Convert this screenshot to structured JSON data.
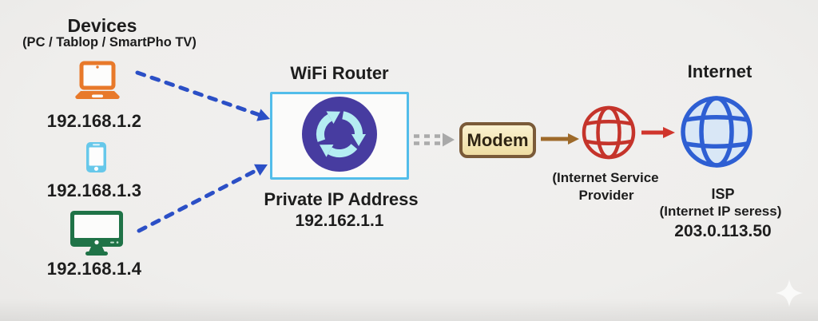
{
  "devices": {
    "title": "Devices",
    "subtitle": "(PC / Tablop / SmartPho TV)",
    "items": [
      {
        "type": "laptop",
        "ip": "192.168.1.2"
      },
      {
        "type": "smartphone",
        "ip": "192.168.1.3"
      },
      {
        "type": "monitor",
        "ip": "192.168.1.4"
      }
    ]
  },
  "router": {
    "title": "WiFi Router",
    "caption": "Private IP Address",
    "ip": "192.162.1.1"
  },
  "modem": {
    "label": "Modem"
  },
  "isp_node": {
    "caption_line1": "(Internet Service",
    "caption_line2": "Provider"
  },
  "internet_node": {
    "title": "Internet",
    "caption_line1": "ISP",
    "caption_line2": "(Internet IP seress)",
    "ip": "203.0.113.50"
  },
  "colors": {
    "laptop": "#e8792a",
    "smartphone": "#67c8ea",
    "monitor": "#1f7347",
    "router_box_border": "#52bdea",
    "router_circle": "#473ca0",
    "router_sync_arrows": "#b4edf2",
    "modem_border": "#7a5a38",
    "modem_fill": "#f6e9bd",
    "device_arrow_blue": "#2b4fc6",
    "router_modem_arrow_gray": "#ababab",
    "modem_isp_arrow_brown": "#9e6a2a",
    "isp_internet_arrow_red": "#d0352c",
    "isp_globe_red": "#c5342b",
    "internet_globe_blue": "#2e5fd3",
    "internet_globe_fill": "#d9e7f6",
    "text": "#1d1d1d"
  }
}
